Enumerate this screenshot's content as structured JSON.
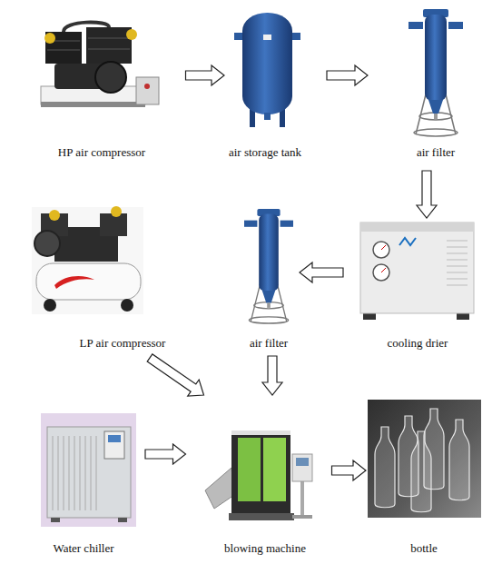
{
  "diagram": {
    "nodes": [
      {
        "text": [
          "HP air compressor"
        ]
      },
      {
        "text": [
          "air storage tank"
        ]
      },
      {
        "text": [
          "air filter"
        ]
      },
      {
        "text": [
          "LP air compressor"
        ]
      },
      {
        "text": [
          "air filter"
        ]
      },
      {
        "text": [
          "cooling drier"
        ]
      },
      {
        "text": [
          "Water chiller"
        ]
      },
      {
        "text": [
          "blowing machine"
        ]
      },
      {
        "text": [
          "bottle"
        ]
      }
    ],
    "edges": [
      {
        "from": 0,
        "to": 1,
        "arrow": "to"
      },
      {
        "from": 1,
        "to": 2,
        "arrow": "to"
      },
      {
        "from": 2,
        "to": 5,
        "arrow": "to"
      },
      {
        "from": 5,
        "to": 4,
        "arrow": "to"
      },
      {
        "from": 3,
        "to": 7,
        "arrow": "to"
      },
      {
        "from": 4,
        "to": 7,
        "arrow": "to"
      },
      {
        "from": 6,
        "to": 7,
        "arrow": "to"
      },
      {
        "from": 7,
        "to": 8,
        "arrow": "to"
      }
    ]
  }
}
